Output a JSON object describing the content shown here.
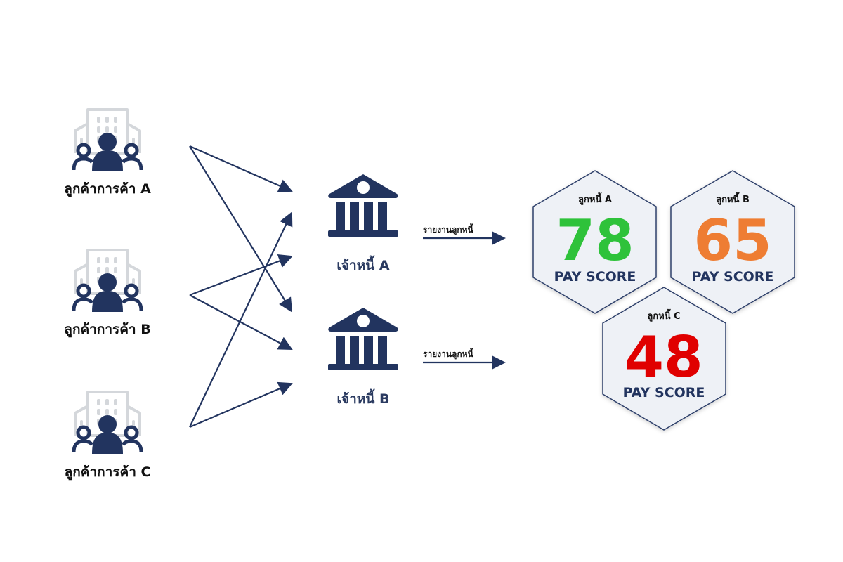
{
  "colors": {
    "navy": "#22345f",
    "building_gray": "#d4d7db",
    "hex_fill": "#eef1f6",
    "hex_stroke": "#2d3f6b"
  },
  "customers": [
    {
      "label": "ลูกค้าการค้า A",
      "icon": "business-customer-icon"
    },
    {
      "label": "ลูกค้าการค้า B",
      "icon": "business-customer-icon"
    },
    {
      "label": "ลูกค้าการค้า C",
      "icon": "business-customer-icon"
    }
  ],
  "creditors": [
    {
      "label": "เจ้าหนี้ A",
      "icon": "bank-icon",
      "report_label": "รายงานลูกหนี้"
    },
    {
      "label": "เจ้าหนี้ B",
      "icon": "bank-icon",
      "report_label": "รายงานลูกหนี้"
    }
  ],
  "connections": [
    {
      "from": "A",
      "to": "creditor-A"
    },
    {
      "from": "A",
      "to": "creditor-B"
    },
    {
      "from": "B",
      "to": "creditor-A"
    },
    {
      "from": "B",
      "to": "creditor-B"
    },
    {
      "from": "C",
      "to": "creditor-A"
    },
    {
      "from": "C",
      "to": "creditor-B"
    }
  ],
  "scores": [
    {
      "title": "ลูกหนี้ A",
      "value": "78",
      "caption": "PAY SCORE",
      "color": "#2ec23a"
    },
    {
      "title": "ลูกหนี้ B",
      "value": "65",
      "caption": "PAY SCORE",
      "color": "#ee7d33"
    },
    {
      "title": "ลูกหนี้ C",
      "value": "48",
      "caption": "PAY SCORE",
      "color": "#e00000"
    }
  ]
}
